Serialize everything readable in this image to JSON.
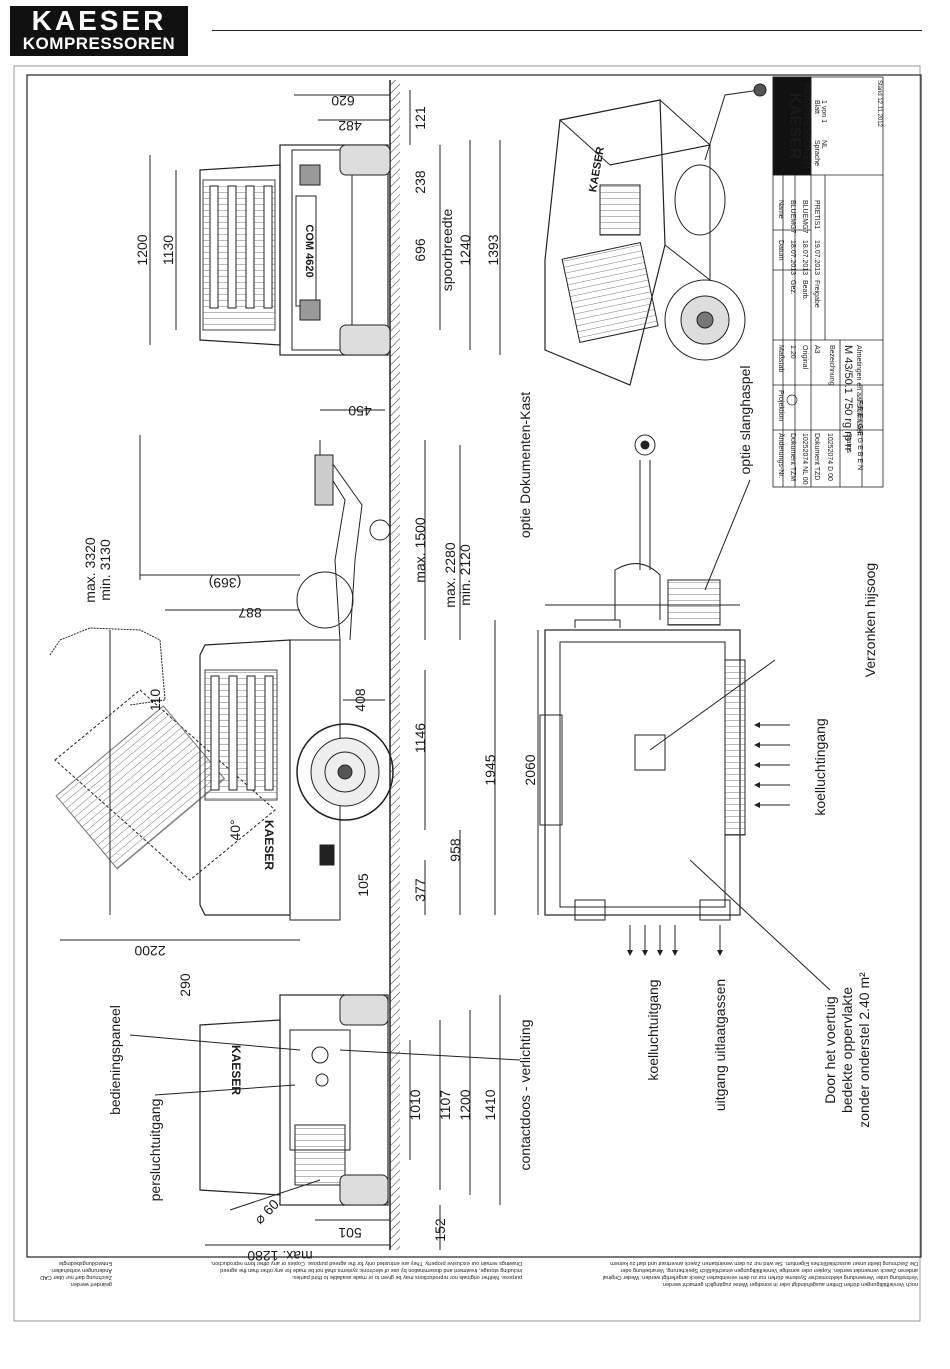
{
  "brand": {
    "line1": "KAESER",
    "line2": "KOMPRESSOREN"
  },
  "side_view": {
    "dims": {
      "max_3320": "max. 3320",
      "min_3130": "min. 3130",
      "d369": "(369)",
      "d887": "887",
      "d110": "110",
      "d408": "408",
      "d40": "40°",
      "d105": "105",
      "d2200": "2200",
      "d290": "290",
      "d450": "450",
      "max_1500": "max. 1500",
      "max_2280": "max. 2280",
      "min_2120": "min. 2120",
      "d1146": "1146",
      "d1945": "1945",
      "d958": "958",
      "d377": "377"
    }
  },
  "rear_view": {
    "dims": {
      "d1200": "1200",
      "d1130": "1130",
      "d620": "620",
      "d482": "482",
      "d121": "121",
      "d238": "238",
      "d696": "696",
      "d1240": "1240",
      "d1393": "1393"
    },
    "labels": {
      "spoorbreedte": "spoorbreedte"
    }
  },
  "front_view": {
    "dims": {
      "d1010": "1010",
      "d1107": "1107",
      "d1200": "1200",
      "d1410": "1410",
      "d152": "152",
      "d501": "501",
      "max_1280": "max. 1280",
      "d60": "⌀ 60"
    },
    "labels": {
      "bedieningspaneel": "bedieningspaneel",
      "persluchtuitgang": "persluchtuitgang",
      "contactdoos": "contactdoos - verlichting"
    }
  },
  "top_view": {
    "dims": {
      "d2060": "2060"
    },
    "labels": {
      "optie_dokumenten": "optie Dokumenten-Kast",
      "optie_slanghaspel": "optie slanghaspel",
      "verzonken": "Verzonken hijsoog",
      "koelluchtingang": "koelluchtingang",
      "koelluchtuitgang": "koelluchtuitgang",
      "uitgang": "uitgang uitlaatgassen",
      "door_1": "Door het voertuig",
      "door_2": "bedekte oppervlakte",
      "door_3": "zonder onderstel 2.40 m²"
    }
  },
  "title_block": {
    "brand_1": "KAESER",
    "brand_2": "KOMPRESSOREN",
    "headers": {
      "aenderungs": "Änderungs-Nr.",
      "projektion": "Projektion",
      "massstab": "Maßstab",
      "datum": "Datum",
      "name": "Name",
      "blatt": "Blatt",
      "sprache": "Sprache"
    },
    "values": {
      "massstab": "1:20",
      "original_label": "Original",
      "original": "A3",
      "gez": "Gez.",
      "bearb": "Bearb.",
      "freigabe": "Freigabe",
      "d1": "18.07.2013",
      "d2": "18.07.2013",
      "d3": "19.07.2013",
      "n1": "BLUEMG7",
      "n2": "BLUEMG7",
      "n3": "PRETIS1",
      "blatt": "1 von 1",
      "sprache": "NL"
    },
    "doc_tzm_label": "Dokument TZM",
    "doc_tzm": "10252074 NL 00",
    "doc_tzd_label": "Dokument TZD",
    "doc_tzd": "10252074 D 00",
    "status_label": "Status",
    "status": "F R E I G E G E B E N",
    "bezeichnung_label": "Bezeichnung",
    "bezeichnung": "M 43/50.1 750 rg rp rr",
    "afmetingen": "Afmetingen en aansluitmaten",
    "stand": "Stand 12.11.2012"
  },
  "footer": {
    "de_1": "Die Zeichnung bleibt unser ausschließliches Eigentum. Sie wird nur zu dem vereinbarten Zweck anvertraut und darf zu keinem",
    "de_2": "anderen Zweck verwendet werden. Kopien oder sonstige Vervielfältigungen einschließlich Speicherung, Verarbeitung oder",
    "de_3": "Verbreitung unter Verwendung elektronischer Systeme dürfen nur zu dem vereinbarten Zweck angefertigt werden. Weder Original",
    "de_4": "noch Vervielfältigungen dürfen Dritten ausgehändigt oder in sonstiger Weise zugänglich gemacht werden.",
    "en_1": "Drawings remain our exclusive property. They are entrusted only for the agreed purpose. Copies or any other form reproduction,",
    "en_2": "including storage, treatment and dissemination by use of electronic systems shall not be made for any other than the agreed",
    "en_3": "purpose. Neither originals nor reproductions may be given to or made available to third parties.",
    "ec_1": "Entwicklungsbedingte",
    "ec_2": "Änderungen vorbehalten.",
    "ec_3": "Zeichnung darf nur über CAD",
    "ec_4": "geändert werden."
  }
}
